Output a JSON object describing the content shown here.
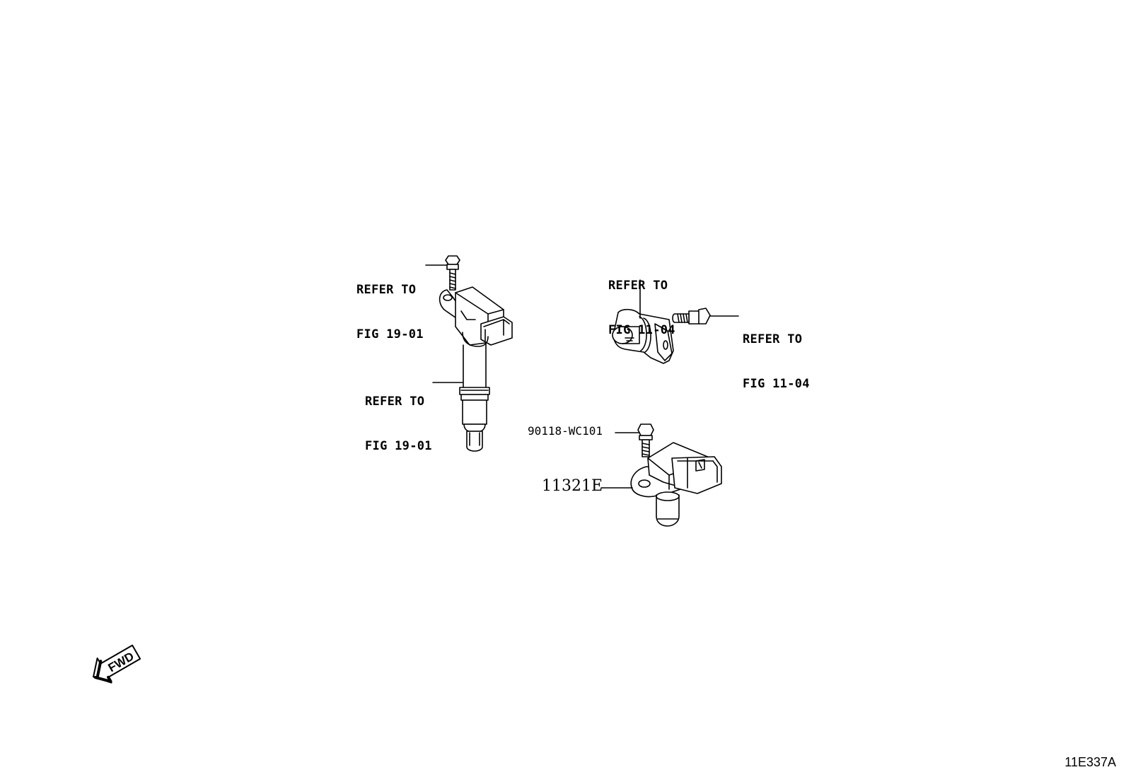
{
  "callouts": {
    "coil_bolt": {
      "line1": "REFER TO",
      "line2": "FIG 19-01"
    },
    "coil": {
      "line1": "REFER TO",
      "line2": "FIG 19-01"
    },
    "cam_sensor": {
      "line1": "REFER TO",
      "line2": "FIG 11-04"
    },
    "cam_bolt": {
      "line1": "REFER TO",
      "line2": "FIG 11-04"
    }
  },
  "parts": {
    "bolt_part_no": "90118-WC101",
    "sensor_part_no": "11321E"
  },
  "fwd_label": "FWD",
  "figure_id": "11E337A"
}
